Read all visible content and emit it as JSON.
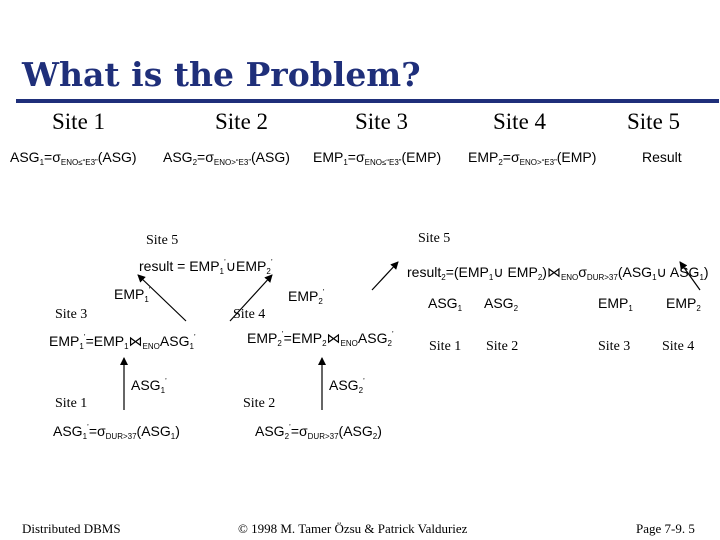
{
  "slide": {
    "title": "What is the Problem?",
    "sites": [
      "Site 1",
      "Site 2",
      "Site 3",
      "Site 4",
      "Site 5"
    ],
    "fragments": {
      "asg1": {
        "lhs": "ASG",
        "lhs_sub": "1",
        "eq": "=σ",
        "cond": "ENO≤“E3”",
        "arg": "(ASG)"
      },
      "asg2": {
        "lhs": "ASG",
        "lhs_sub": "2",
        "eq": "=σ",
        "cond": "ENO>“E3”",
        "arg": "(ASG)"
      },
      "emp1": {
        "lhs": "EMP",
        "lhs_sub": "1",
        "eq": "=σ",
        "cond": "ENO≤“E3”",
        "arg": "(EMP)"
      },
      "emp2": {
        "lhs": "EMP",
        "lhs_sub": "2",
        "eq": "=σ",
        "cond": "ENO>“E3”",
        "arg": "(EMP)"
      },
      "result": "Result"
    },
    "strategy1": {
      "site5": "Site 5",
      "result": {
        "pre": "result = EMP",
        "s1": "1",
        "p1": "’",
        "mid": "∪EMP",
        "s2": "2",
        "p2": "’"
      },
      "emp1_edge": {
        "t": "EMP",
        "s": "1",
        "p": "’"
      },
      "emp2_edge": {
        "t": "EMP",
        "s": "2",
        "p": "’"
      },
      "site3": "Site 3",
      "site4": "Site 4",
      "emp1_join": {
        "a": "EMP",
        "as": "1",
        "ap": "’",
        "b": "=EMP",
        "bs": "1",
        "c": "ENO",
        "d": "ASG",
        "ds": "1",
        "dp": "’"
      },
      "emp2_join": {
        "a": "EMP",
        "as": "2",
        "ap": "’",
        "b": "=EMP",
        "bs": "2",
        "c": "ENO",
        "d": "ASG",
        "ds": "2",
        "dp": "’"
      },
      "asg1_edge": {
        "t": "ASG",
        "s": "1",
        "p": "’"
      },
      "asg2_edge": {
        "t": "ASG",
        "s": "2",
        "p": "’"
      },
      "site1": "Site 1",
      "site2": "Site 2",
      "asg1_sel": {
        "a": "ASG",
        "as": "1",
        "ap": "’",
        "b": "=σ",
        "c": "DUR>37",
        "d": "(ASG",
        "ds": "1",
        "e": ")"
      },
      "asg2_sel": {
        "a": "ASG",
        "as": "2",
        "ap": "’",
        "b": "=σ",
        "c": "DUR>37",
        "d": "(ASG",
        "ds": "2",
        "e": ")"
      }
    },
    "strategy2": {
      "site5": "Site 5",
      "result": {
        "a": "result",
        "as": "2",
        "b": "=(EMP",
        "bs": "1",
        "c": "∪ EMP",
        "cs": "2",
        "d": ")",
        "e": "ENO",
        "f": "σ",
        "g": "DUR>37",
        "h": "(ASG",
        "hs": "1",
        "i": "∪ ASG",
        "is": "1",
        "j": ")"
      },
      "leaves": [
        {
          "t": "ASG",
          "s": "1",
          "site": "Site 1"
        },
        {
          "t": "ASG",
          "s": "2",
          "site": "Site 2"
        },
        {
          "t": "EMP",
          "s": "1",
          "site": "Site 3"
        },
        {
          "t": "EMP",
          "s": "2",
          "site": "Site 4"
        }
      ]
    },
    "footer": {
      "left": "Distributed DBMS",
      "center": "© 1998 M. Tamer Özsu & Patrick Valduriez",
      "right": "Page 7-9. 5"
    }
  }
}
